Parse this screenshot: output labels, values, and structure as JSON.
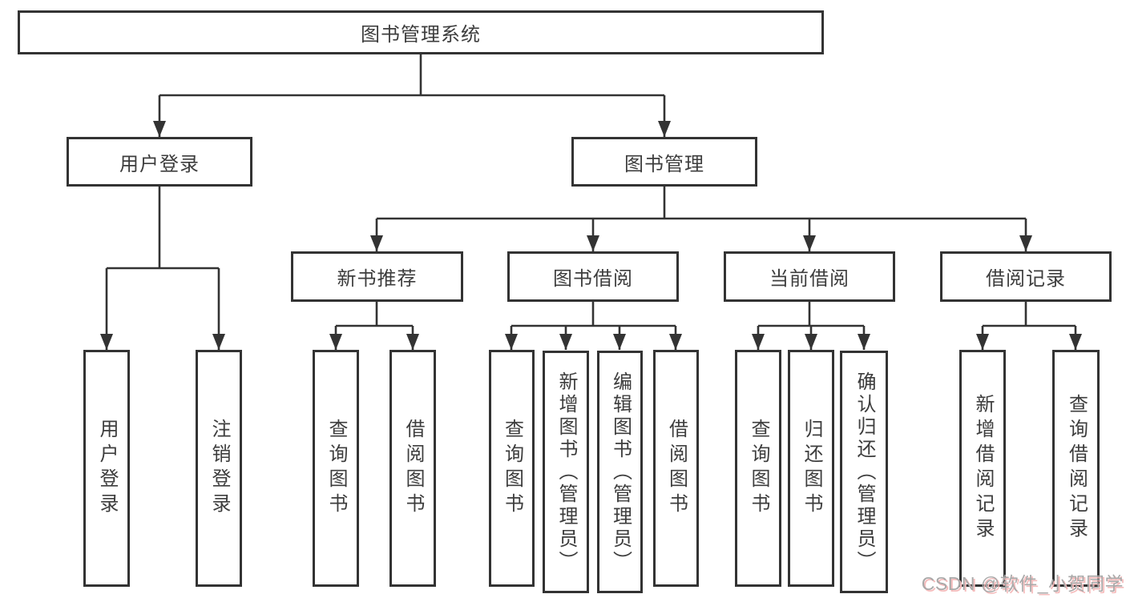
{
  "colors": {
    "line": "#333333",
    "box_border": "#333333",
    "box_fill": "#ffffff",
    "text": "#3d3d3d",
    "background": "#ffffff",
    "watermark_text": "#a9a9a9",
    "watermark_shadow": "#f5bcbc"
  },
  "tree": {
    "root": "图书管理系统",
    "login": {
      "label": "用户登录",
      "children": [
        "用户登录",
        "注销登录"
      ]
    },
    "mgmt": {
      "label": "图书管理",
      "sections": [
        {
          "label": "新书推荐",
          "children": [
            "查询图书",
            "借阅图书"
          ]
        },
        {
          "label": "图书借阅",
          "children": [
            "查询图书",
            "新增图书（管理员）",
            "编辑图书（管理员）",
            "借阅图书"
          ]
        },
        {
          "label": "当前借阅",
          "children": [
            "查询图书",
            "归还图书",
            "确认归还（管理员）"
          ]
        },
        {
          "label": "借阅记录",
          "children": [
            "新增借阅记录",
            "查询借阅记录"
          ]
        }
      ]
    }
  },
  "watermark": {
    "text": "CSDN @软件_小贺同学"
  }
}
